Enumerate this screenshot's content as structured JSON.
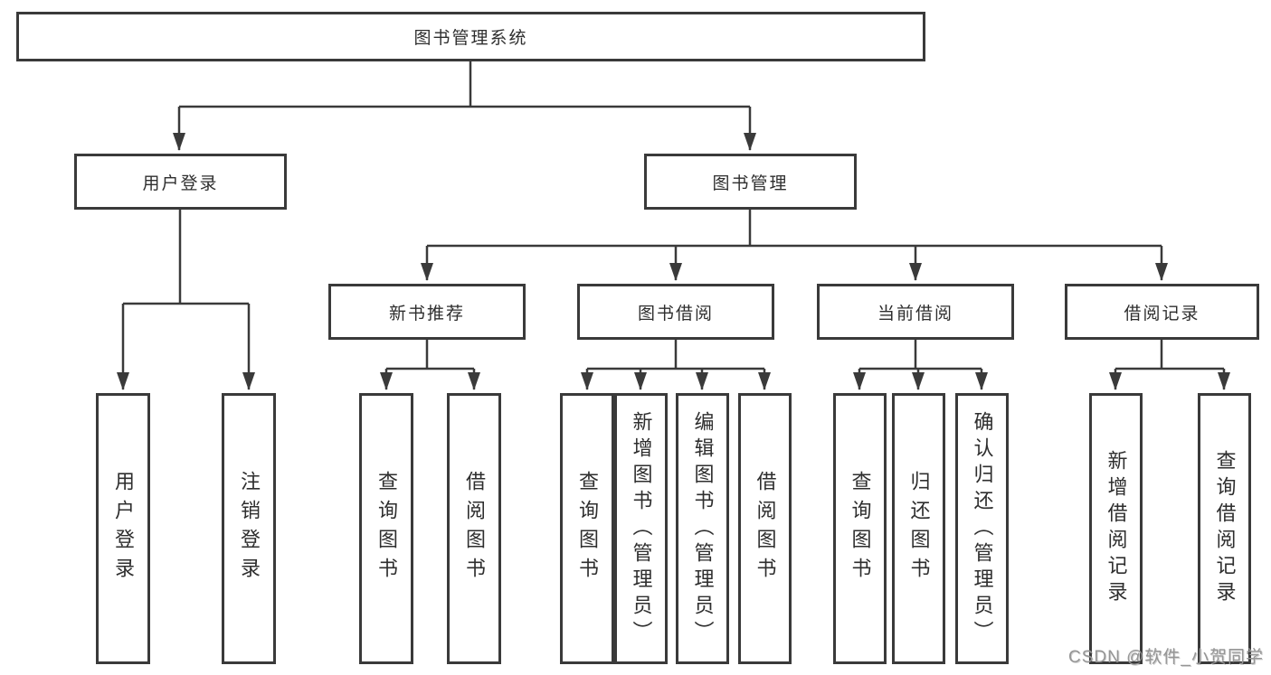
{
  "diagram": {
    "root": {
      "label": "图书管理系统"
    },
    "level2": [
      {
        "id": "user-login",
        "label": "用户登录",
        "parent": "图书管理系统"
      },
      {
        "id": "book-management",
        "label": "图书管理",
        "parent": "图书管理系统"
      }
    ],
    "level3": [
      {
        "id": "new-book-recommend",
        "label": "新书推荐",
        "parent": "图书管理"
      },
      {
        "id": "book-borrowing",
        "label": "图书借阅",
        "parent": "图书管理"
      },
      {
        "id": "current-borrowing",
        "label": "当前借阅",
        "parent": "图书管理"
      },
      {
        "id": "borrow-records",
        "label": "借阅记录",
        "parent": "图书管理"
      }
    ],
    "level4": [
      {
        "id": "user-login-leaf",
        "label": "用户登录",
        "parent": "用户登录"
      },
      {
        "id": "logout",
        "label": "注销登录",
        "parent": "用户登录"
      },
      {
        "id": "query-books-recommend",
        "label": "查询图书",
        "parent": "新书推荐"
      },
      {
        "id": "borrow-books-recommend",
        "label": "借阅图书",
        "parent": "新书推荐"
      },
      {
        "id": "query-books-borrowing",
        "label": "查询图书",
        "parent": "图书借阅"
      },
      {
        "id": "add-books-admin",
        "label": "新增图书（管理员）",
        "parent": "图书借阅"
      },
      {
        "id": "edit-books-admin",
        "label": "编辑图书（管理员）",
        "parent": "图书借阅"
      },
      {
        "id": "borrow-books-borrowing",
        "label": "借阅图书",
        "parent": "图书借阅"
      },
      {
        "id": "query-books-current",
        "label": "查询图书",
        "parent": "当前借阅"
      },
      {
        "id": "return-books",
        "label": "归还图书",
        "parent": "当前借阅"
      },
      {
        "id": "confirm-return-admin",
        "label": "确认归还（管理员）",
        "parent": "当前借阅"
      },
      {
        "id": "add-borrow-record",
        "label": "新增借阅记录",
        "parent": "借阅记录"
      },
      {
        "id": "query-borrow-record",
        "label": "查询借阅记录",
        "parent": "借阅记录"
      }
    ],
    "watermark": "CSDN @软件_小贺同学",
    "colors": {
      "background": "#ffffff",
      "box_border": "#3a3a3a",
      "line": "#3a3a3a",
      "text": "#2e2e2e",
      "watermark": "#969696"
    }
  }
}
